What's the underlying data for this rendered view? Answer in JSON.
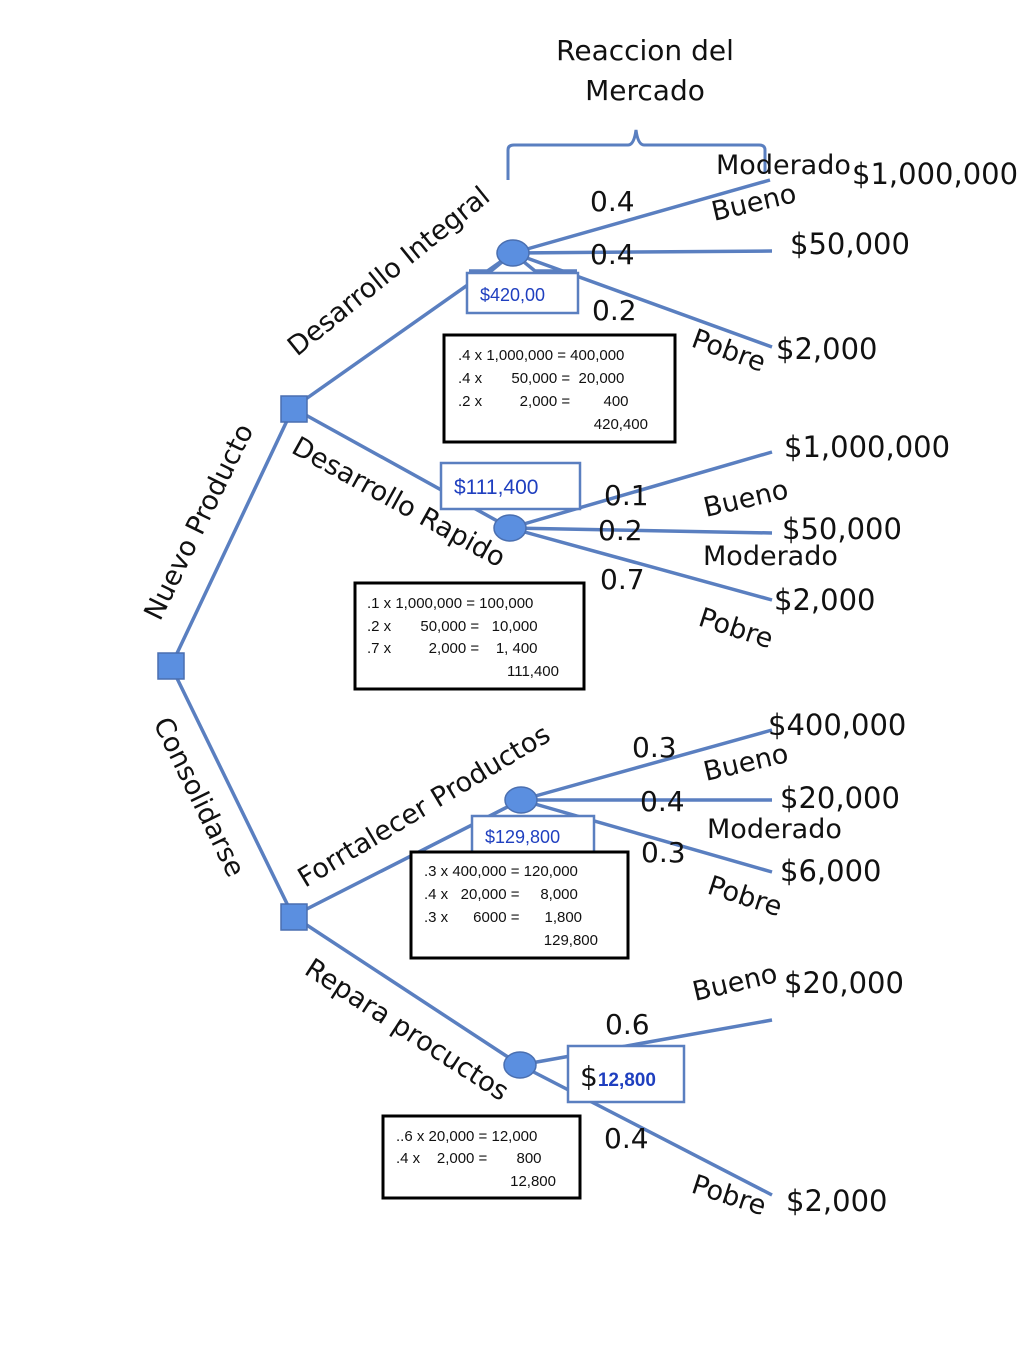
{
  "header": {
    "line1": "Reaccion del",
    "line2": "Mercado"
  },
  "colors": {
    "line": "#5a7fc0",
    "node_fill": "#5b8fe0",
    "value_text": "#1f3fbf"
  },
  "branches": {
    "nuevo_producto": "Nuevo Producto",
    "consolidarse": "Consolidarse",
    "desarrollo_integral": "Desarrollo Integral",
    "desarrollo_rapido": "Desarrollo Rapido",
    "fortalecer": "Forrtalecer Productos",
    "repara": "Repara procuctos"
  },
  "outcomes": {
    "integral": {
      "p1": "0.4",
      "p2": "0.4",
      "p3": "0.2",
      "o1": "Moderado",
      "o2": "Bueno",
      "o3": "Pobre",
      "v1": "$1,000,000",
      "v2": "$50,000",
      "v3": "$2,000",
      "ev": "$420,00"
    },
    "rapido": {
      "p1": "0.1",
      "p2": "0.2",
      "p3": "0.7",
      "o1": "Bueno",
      "o2": "Moderado",
      "o3": "Pobre",
      "v1": "$1,000,000",
      "v2": "$50,000",
      "v3": "$2,000",
      "ev": "$111,400"
    },
    "fortalecer": {
      "p1": "0.3",
      "p2": "0.4",
      "p3": "0.3",
      "o1": "Bueno",
      "o2": "Moderado",
      "o3": "Pobre",
      "v1": "$400,000",
      "v2": "$20,000",
      "v3": "$6,000",
      "ev": "$129,800"
    },
    "repara": {
      "p1": "0.6",
      "p2": "0.4",
      "o1": "Bueno",
      "o2": "Pobre",
      "v1": "$20,000",
      "v2": "$2,000",
      "ev_prefix": "$",
      "ev": "12,800"
    }
  },
  "calc": {
    "integral": [
      ".4 x 1,000,000 = 400,000",
      ".4 x       50,000 =  20,000",
      ".2 x         2,000 =        400",
      "420,400"
    ],
    "rapido": [
      ".1 x 1,000,000 = 100,000",
      ".2 x       50,000 =   10,000",
      ".7 x         2,000 =    1, 400",
      "111,400"
    ],
    "fortalecer": [
      ".3 x 400,000 = 120,000",
      ".4 x   20,000 =     8,000",
      ".3 x      6000 =      1,800",
      "129,800"
    ],
    "repara": [
      "..6 x 20,000 = 12,000",
      ".4 x    2,000 =       800",
      "12,800"
    ]
  }
}
